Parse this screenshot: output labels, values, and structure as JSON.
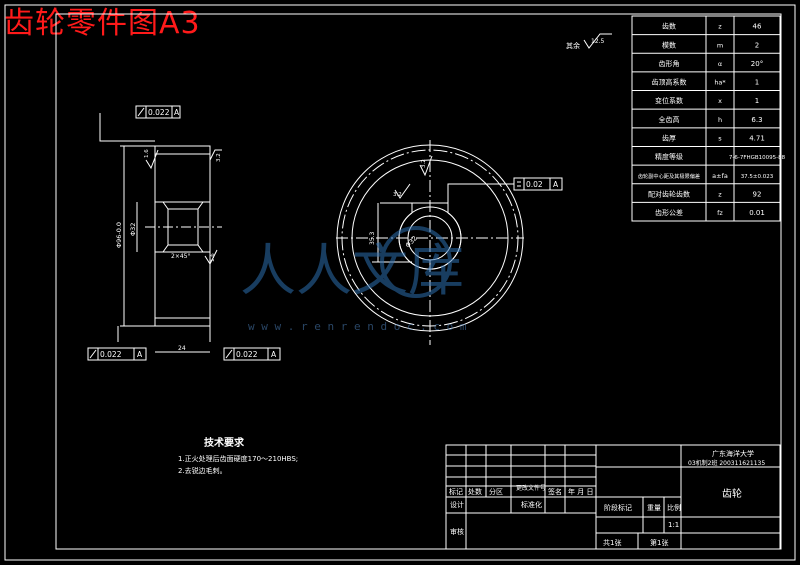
{
  "header": {
    "title": "齿轮零件图A3"
  },
  "params": [
    {
      "name": "齿数",
      "symbol": "z",
      "value": "46"
    },
    {
      "name": "模数",
      "symbol": "m",
      "value": "2"
    },
    {
      "name": "齿形角",
      "symbol": "α",
      "value": "20°"
    },
    {
      "name": "齿顶高系数",
      "symbol": "ha*",
      "value": "1"
    },
    {
      "name": "变位系数",
      "symbol": "x",
      "value": "1"
    },
    {
      "name": "全齿高",
      "symbol": "h",
      "value": "6.3"
    },
    {
      "name": "齿厚",
      "symbol": "s",
      "value": "4.71"
    },
    {
      "name": "精度等级",
      "symbol": "",
      "value": "7-6-7FHGB10095-88"
    },
    {
      "name": "齿轮副中心距及其极限偏差",
      "symbol": "a±fa",
      "value": "37.5±0.023"
    },
    {
      "name": "配对齿轮齿数",
      "symbol": "z",
      "value": "92"
    },
    {
      "name": "齿形公差",
      "symbol": "fz",
      "value": "0.01"
    }
  ],
  "rest_note": {
    "label": "其余",
    "roughness": "12.5"
  },
  "front_view": {
    "tol_top": {
      "value": "0.022",
      "datum": "A"
    },
    "tol_bot_left": {
      "value": "0.022",
      "datum": "A"
    },
    "tol_bot_right": {
      "value": "0.022",
      "datum": "A"
    },
    "dim_width": "24",
    "dim_od": "Φ96-0.0",
    "dim_bore": "Φ32",
    "dim_chamfer": "2×45°",
    "rough_1": "1.6",
    "rough_2": "3.2",
    "rough_3": "1.6"
  },
  "side_view": {
    "tol_flat": {
      "value": "0.02",
      "datum": "A"
    },
    "dim_keyway": "35.3",
    "dim_hole": "Φ32",
    "rough_key": "3.2",
    "rough_key2": "3.2"
  },
  "tech_req": {
    "heading": "技术要求",
    "lines": [
      "1.正火处理后齿面硬度170～210HBS;",
      "2.去锐边毛刺。"
    ]
  },
  "title_block": {
    "school": "广东海洋大学",
    "class_line": "03机制2班  200311621135",
    "part_name": "齿轮",
    "hdr_mark": "标记",
    "hdr_count": "处数",
    "hdr_zone": "分区",
    "hdr_change": "更改文件号",
    "hdr_sign": "签名",
    "hdr_date": "年 月 日",
    "row_design": "设计",
    "row_std": "标准化",
    "row_review": "审核",
    "stage_mark": "阶段标记",
    "weight": "重量",
    "scale_label": "比例",
    "scale": "1:1",
    "sheet_total": "共1张",
    "sheet_no": "第1张"
  },
  "watermark": {
    "text": "人人文库",
    "url": "w w w . r e n r e n d o c . c o m"
  }
}
